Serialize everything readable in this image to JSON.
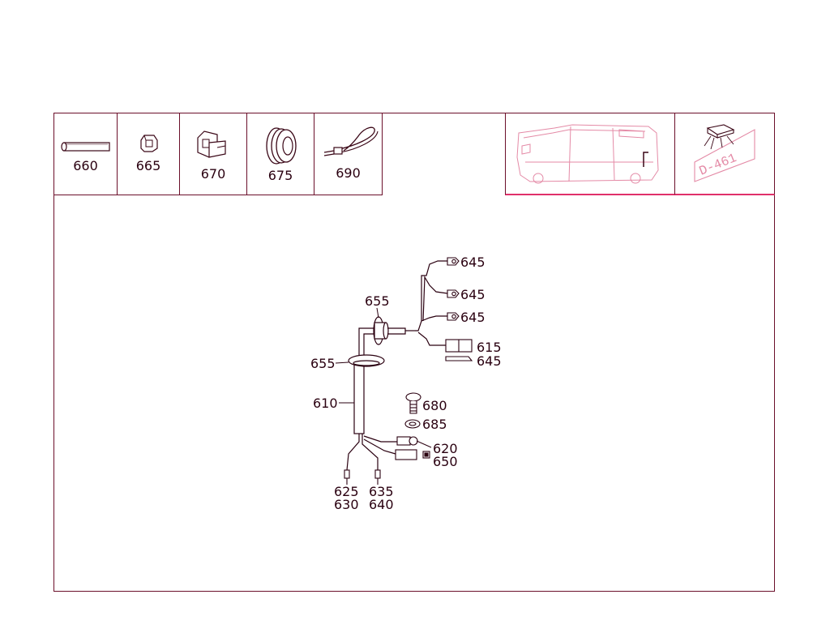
{
  "parts_strip": [
    {
      "id": "660",
      "icon": "cable-sleeve-icon"
    },
    {
      "id": "665",
      "icon": "clip-icon"
    },
    {
      "id": "670",
      "icon": "connector-housing-icon"
    },
    {
      "id": "675",
      "icon": "grommet-icon"
    },
    {
      "id": "690",
      "icon": "cable-tie-icon"
    }
  ],
  "diagram": {
    "labels": {
      "l645a": "645",
      "l645b": "645",
      "l645c": "645",
      "l655a": "655",
      "l655b": "655",
      "l615": "615",
      "l645d": "645",
      "l610": "610",
      "l680": "680",
      "l685": "685",
      "l620": "620",
      "l650": "650",
      "l625": "625",
      "l630": "630",
      "l635": "635",
      "l640": "640"
    }
  },
  "locator": {
    "plate_text": "D-461"
  },
  "colors": {
    "line": "#5a0a22",
    "accent_pink": "#e0306a",
    "locator_pink": "#e48aa6"
  }
}
